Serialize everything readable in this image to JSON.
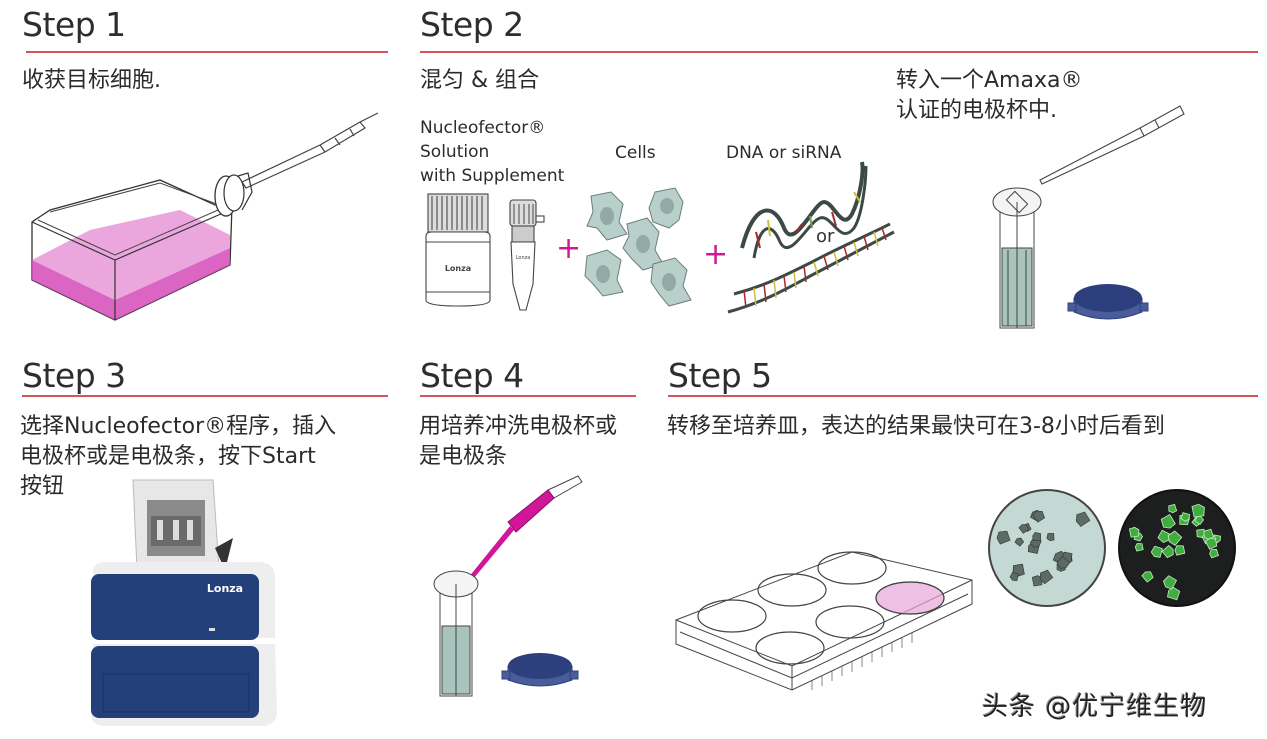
{
  "steps": [
    {
      "title": "Step 1",
      "description": "收获目标细胞."
    },
    {
      "title": "Step 2",
      "description": "混匀 & 组合",
      "components": {
        "solution_label": [
          "Nucleofector®",
          "Solution",
          "with Supplement"
        ],
        "cells_label": "Cells",
        "nucleic_label": "DNA or siRNA",
        "or_label": "or",
        "plus_sign": "+",
        "bottle_brand": "Lonza"
      },
      "transfer_text": [
        "转入一个Amaxa®",
        "认证的电极杯中."
      ]
    },
    {
      "title": "Step 3",
      "description": [
        "选择Nucleofector®程序，插入",
        "电极杯或是电极条，按下Start",
        "按钮"
      ],
      "device_brand": "Lonza"
    },
    {
      "title": "Step 4",
      "description": [
        "用培养冲洗电极杯或",
        "是电极条"
      ]
    },
    {
      "title": "Step 5",
      "description": "转移至培养皿，表达的结果最快可在3-8小时后看到"
    }
  ],
  "watermark": "头条 @优宁维生物",
  "colors": {
    "rule": "#d5545c",
    "magenta": "#d1169a",
    "medium_pink": "#e48ad2",
    "cell_fill": "#b9cfc9",
    "device_blue": "#23407a",
    "cap_blue": "#2e3f7e",
    "fluorescent_green": "#3fae3f"
  },
  "cells_grid": {
    "brightfield_count": 20,
    "fluorescent_count": 24
  }
}
